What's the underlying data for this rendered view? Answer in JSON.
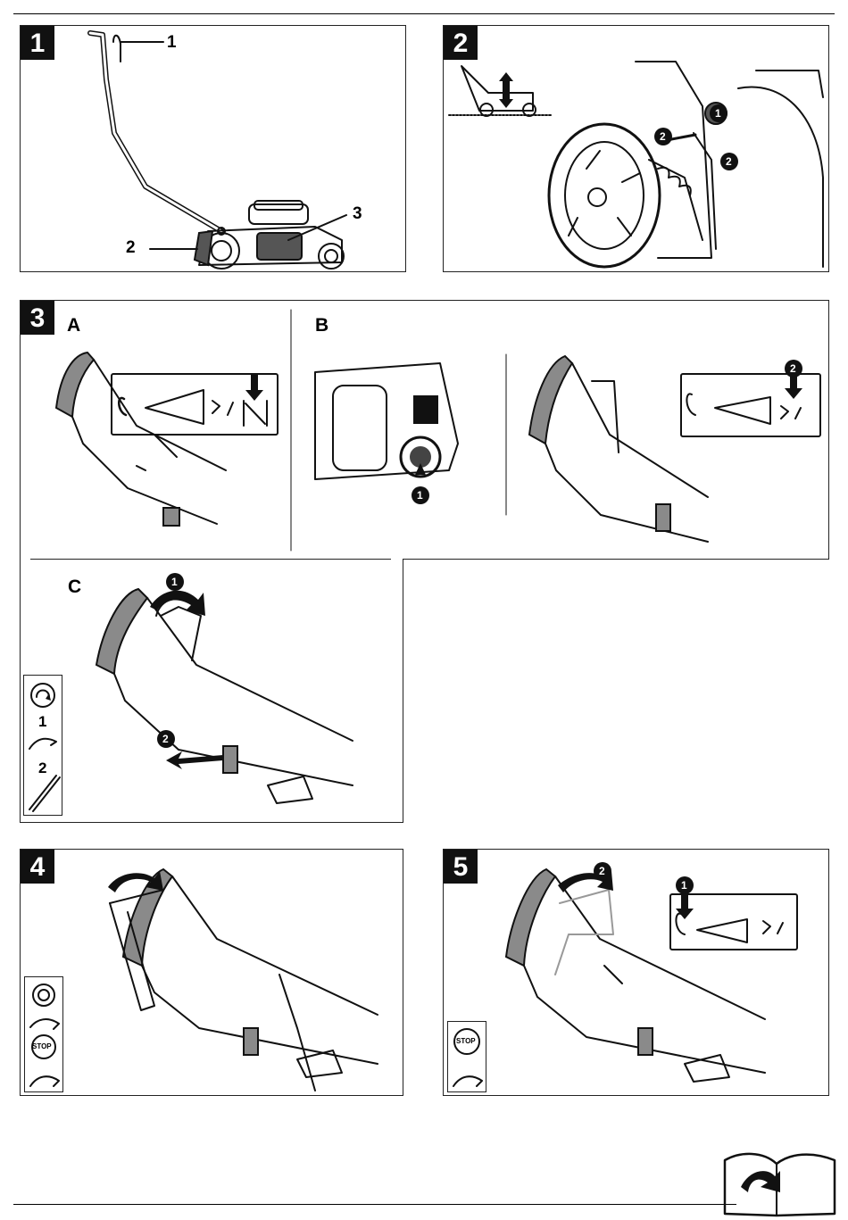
{
  "panels": [
    {
      "id": "1",
      "label": "1",
      "callouts": [
        "1",
        "2",
        "3"
      ]
    },
    {
      "id": "2",
      "label": "2",
      "markers": [
        "1",
        "2",
        "2"
      ]
    },
    {
      "id": "3",
      "label": "3",
      "sections": [
        "A",
        "B",
        "C"
      ],
      "markers_b": [
        "1",
        "2"
      ],
      "markers_c": [
        "1",
        "2"
      ],
      "legend_steps": [
        "1",
        "2"
      ]
    },
    {
      "id": "4",
      "label": "4"
    },
    {
      "id": "5",
      "label": "5",
      "markers": [
        "1",
        "2"
      ],
      "stop_text": "STOP"
    }
  ],
  "panel4_stop_text": "STOP"
}
